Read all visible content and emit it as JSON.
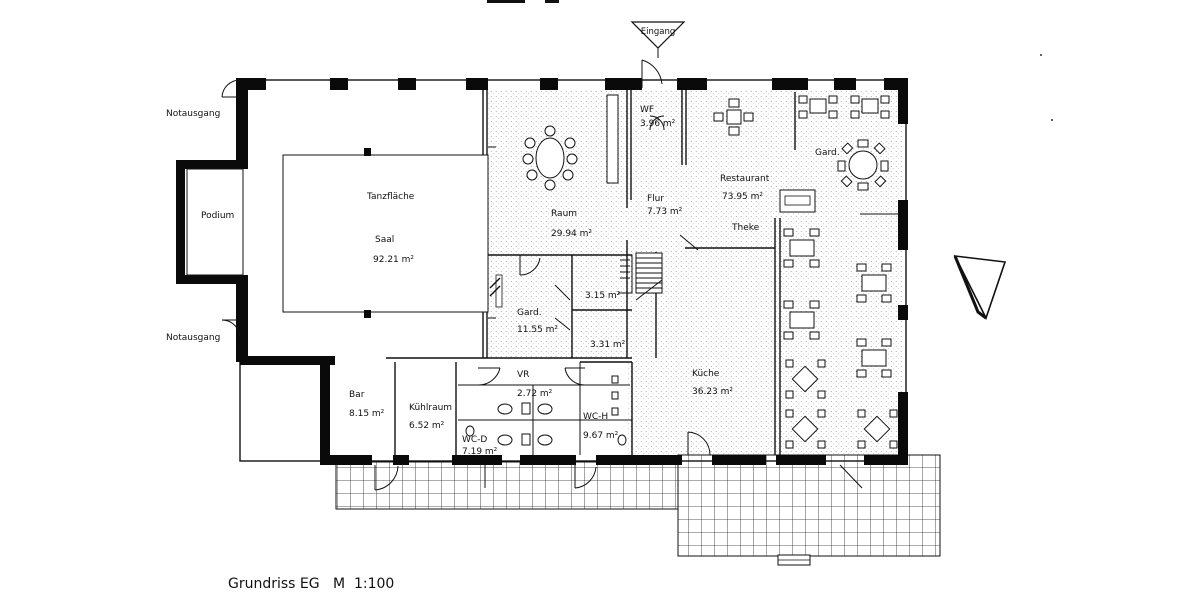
{
  "drawing": {
    "caption": "Grundriss EG   M  1:100",
    "entrance": "Eingang",
    "emergency_exit_top": "Notausgang",
    "emergency_exit_bottom": "Notausgang",
    "podium": "Podium"
  },
  "rooms": {
    "saal": {
      "name": "Saal",
      "sub": "Tanzfläche",
      "area": "92.21  m²"
    },
    "raum": {
      "name": "Raum",
      "area": "29.94  m²"
    },
    "wf": {
      "name": "WF",
      "area": "3.96  m²"
    },
    "flur": {
      "name": "Flur",
      "area": "7.73  m²"
    },
    "restaurant": {
      "name": "Restaurant",
      "area": "73.95  m²"
    },
    "theke": {
      "name": "Theke"
    },
    "gard_restaurant": {
      "name": "Gard."
    },
    "gard": {
      "name": "Gard.",
      "area": "11.55  m²"
    },
    "small_a": {
      "area": "3.15  m²"
    },
    "small_b": {
      "area": "3.31  m²"
    },
    "kueche": {
      "name": "Küche",
      "area": "36.23  m²"
    },
    "bar": {
      "name": "Bar",
      "area": "8.15  m²"
    },
    "kuehlraum": {
      "name": "Kühlraum",
      "area": "6.52  m²"
    },
    "vr": {
      "name": "VR",
      "area": "2.72  m²"
    },
    "wc_d": {
      "name": "WC-D",
      "area": "7.19  m²"
    },
    "wc_h": {
      "name": "WC-H",
      "area": "9.67  m²"
    }
  }
}
